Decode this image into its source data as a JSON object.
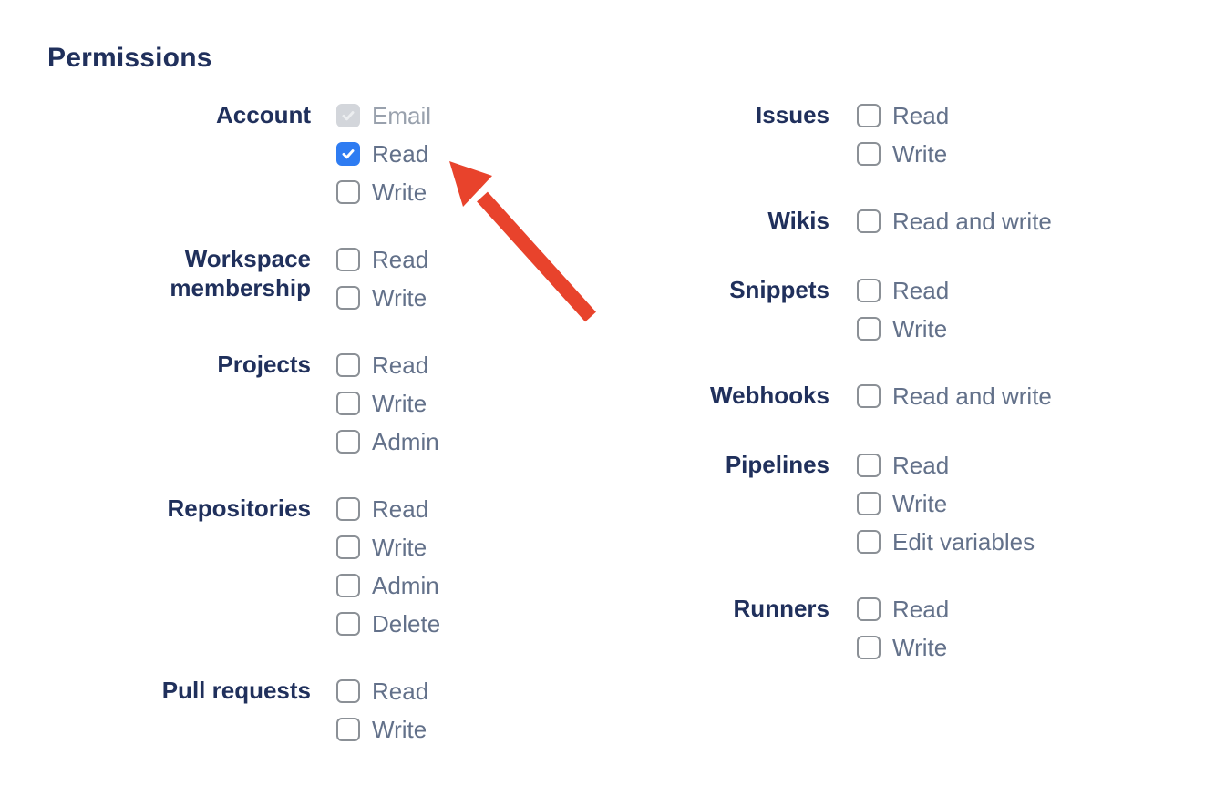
{
  "page": {
    "heading": "Permissions"
  },
  "colors": {
    "heading_navy": "#20305c",
    "option_label_gray": "#63718a",
    "disabled_label_gray": "#99a1ad",
    "checkbox_border_gray": "#8b9096",
    "checked_blue": "#2e7cf2",
    "disabled_checked_gray": "#d3d6db",
    "arrow_red": "#e8432c",
    "background": "#ffffff"
  },
  "permissions": {
    "left_groups": [
      {
        "label": "Account",
        "options": [
          {
            "label": "Email",
            "checked": true,
            "disabled": true
          },
          {
            "label": "Read",
            "checked": true,
            "disabled": false
          },
          {
            "label": "Write",
            "checked": false,
            "disabled": false
          }
        ]
      },
      {
        "label": "Workspace membership",
        "options": [
          {
            "label": "Read",
            "checked": false,
            "disabled": false
          },
          {
            "label": "Write",
            "checked": false,
            "disabled": false
          }
        ]
      },
      {
        "label": "Projects",
        "options": [
          {
            "label": "Read",
            "checked": false,
            "disabled": false
          },
          {
            "label": "Write",
            "checked": false,
            "disabled": false
          },
          {
            "label": "Admin",
            "checked": false,
            "disabled": false
          }
        ]
      },
      {
        "label": "Repositories",
        "options": [
          {
            "label": "Read",
            "checked": false,
            "disabled": false
          },
          {
            "label": "Write",
            "checked": false,
            "disabled": false
          },
          {
            "label": "Admin",
            "checked": false,
            "disabled": false
          },
          {
            "label": "Delete",
            "checked": false,
            "disabled": false
          }
        ]
      },
      {
        "label": "Pull requests",
        "options": [
          {
            "label": "Read",
            "checked": false,
            "disabled": false
          },
          {
            "label": "Write",
            "checked": false,
            "disabled": false
          }
        ]
      }
    ],
    "right_groups": [
      {
        "label": "Issues",
        "options": [
          {
            "label": "Read",
            "checked": false,
            "disabled": false
          },
          {
            "label": "Write",
            "checked": false,
            "disabled": false
          }
        ]
      },
      {
        "label": "Wikis",
        "options": [
          {
            "label": "Read and write",
            "checked": false,
            "disabled": false
          }
        ]
      },
      {
        "label": "Snippets",
        "options": [
          {
            "label": "Read",
            "checked": false,
            "disabled": false
          },
          {
            "label": "Write",
            "checked": false,
            "disabled": false
          }
        ]
      },
      {
        "label": "Webhooks",
        "options": [
          {
            "label": "Read and write",
            "checked": false,
            "disabled": false
          }
        ]
      },
      {
        "label": "Pipelines",
        "options": [
          {
            "label": "Read",
            "checked": false,
            "disabled": false
          },
          {
            "label": "Write",
            "checked": false,
            "disabled": false
          },
          {
            "label": "Edit variables",
            "checked": false,
            "disabled": false
          }
        ]
      },
      {
        "label": "Runners",
        "options": [
          {
            "label": "Read",
            "checked": false,
            "disabled": false
          },
          {
            "label": "Write",
            "checked": false,
            "disabled": false
          }
        ]
      }
    ]
  },
  "annotation": {
    "shape": "arrow",
    "color": "#e8432c",
    "points_at": "Account Read checkbox"
  }
}
